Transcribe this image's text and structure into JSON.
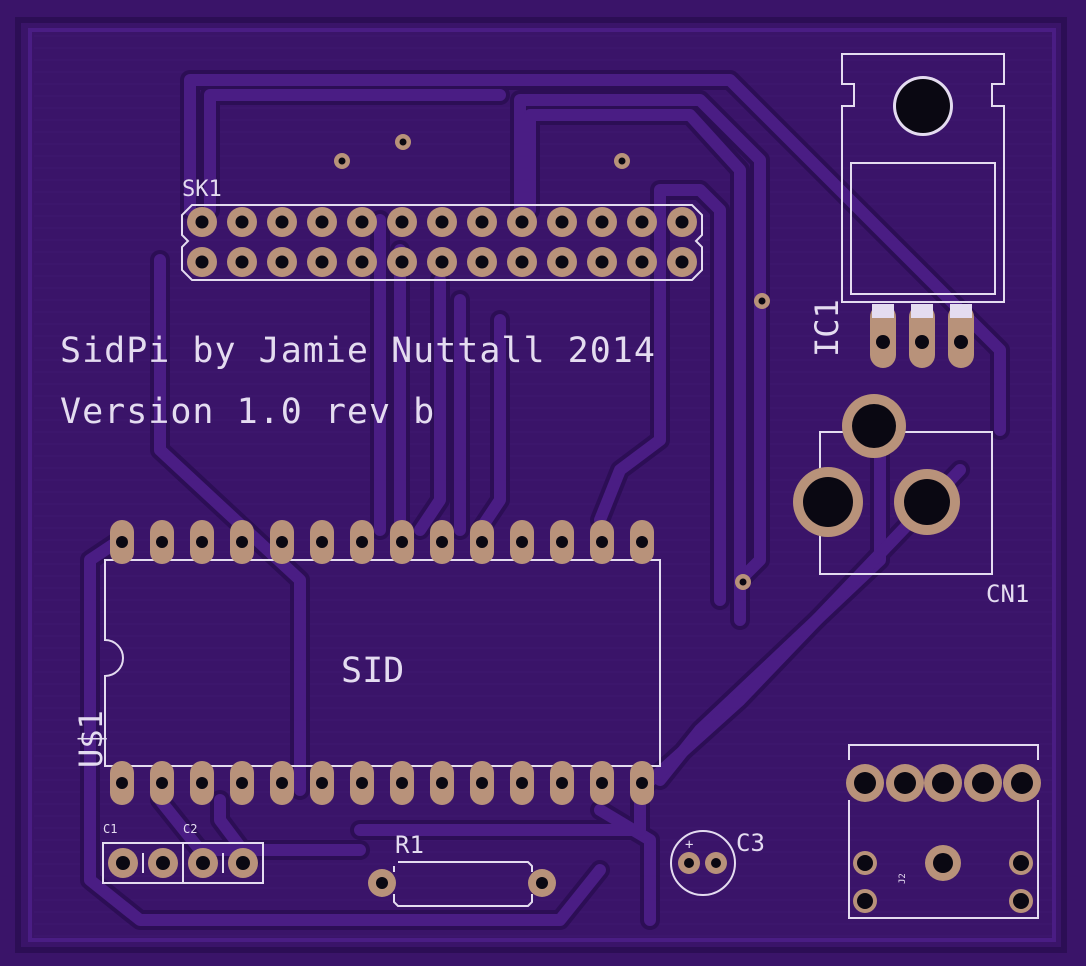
{
  "board": {
    "title_line1": "SidPi by Jamie Nuttall 2014",
    "title_line2": "Version 1.0 rev b",
    "colors": {
      "substrate": "#3a1469",
      "copper": "#4a1d84",
      "pad": "#b8927a",
      "silkscreen": "#e4dcf0",
      "hole": "#0a0812"
    }
  },
  "labels": {
    "sk1": "SK1",
    "ic1": "IC1",
    "cn1": "CN1",
    "sid": "SID",
    "us1": "U$1",
    "c1": "C1",
    "c2": "C2",
    "r1": "R1",
    "c3": "C3",
    "c3_polarity": "+",
    "j2": "J2"
  }
}
